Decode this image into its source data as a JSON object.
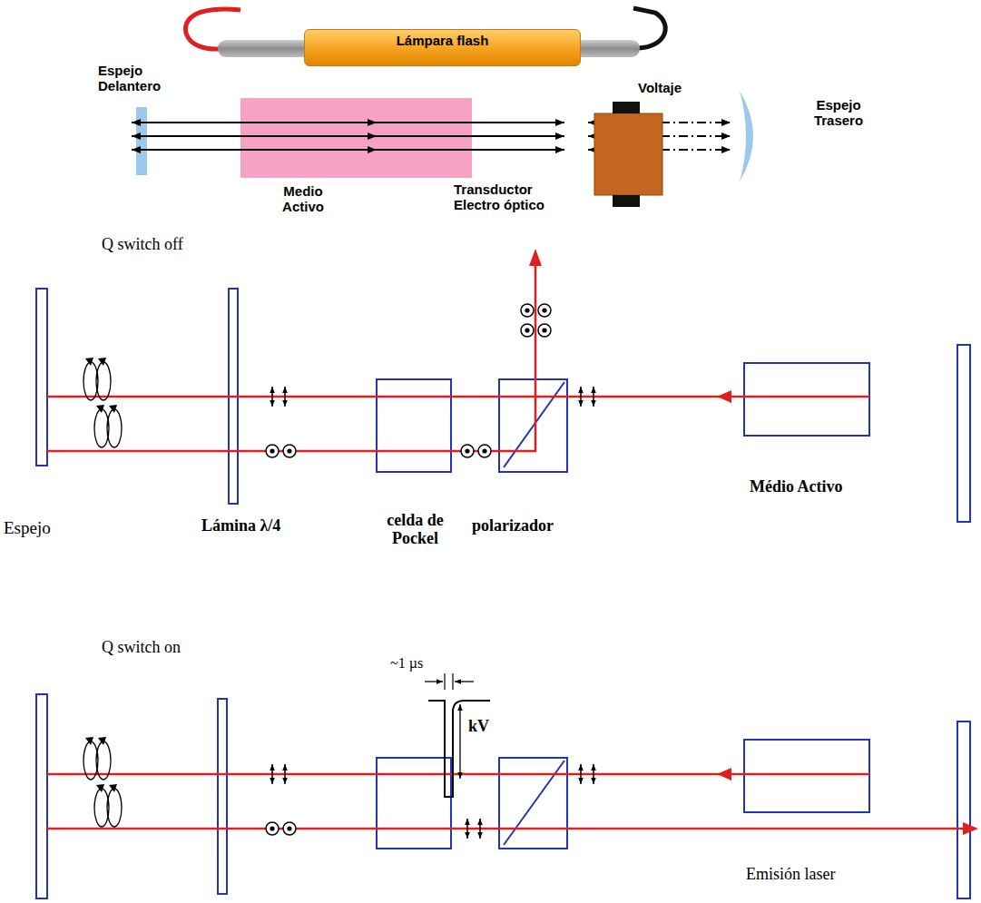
{
  "diagram": {
    "nodes": [
      {
        "text": [
          "Lámpara flash"
        ]
      }
    ],
    "labels": [
      "Espejo Delantero",
      "Voltaje",
      "Espejo Trasero",
      "Medio Activo",
      "Transductor Electro óptico",
      "Q switch off",
      "Espejo",
      "Lámina λ/4",
      "celda de Pockel",
      "polarizador",
      "Médio Activo",
      "Q switch on",
      "~1 µs",
      "kV",
      "Emisión laser"
    ]
  }
}
